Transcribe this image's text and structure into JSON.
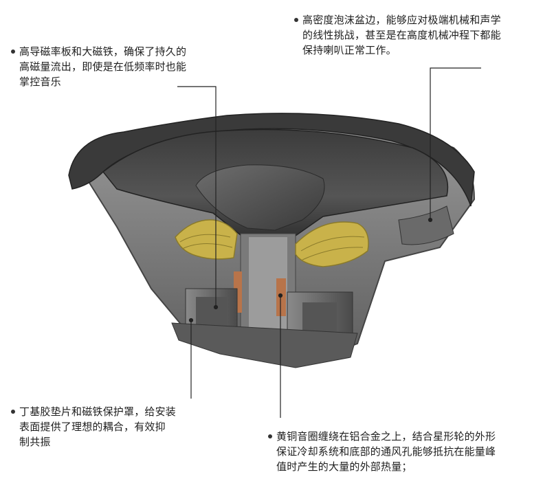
{
  "annotations": [
    {
      "id": "magnet",
      "lines": [
        "高导磁率板和大磁铁，确保了持久的",
        "高磁量流出，即使是在低频率时也能",
        "掌控音乐"
      ]
    },
    {
      "id": "surround",
      "lines": [
        "高密度泡沫盆边，能够应对极端机械和声学",
        "的线性挑战，甚至是在高度机械冲程下都能",
        "保持喇叭正常工作。"
      ]
    },
    {
      "id": "gasket",
      "lines": [
        "丁基胶垫片和磁铁保护罩，给安装",
        "表面提供了理想的耦合，有效抑",
        "制共振"
      ]
    },
    {
      "id": "voice-coil",
      "lines": [
        "黄铜音圈缠绕在铝合金之上，结合星形轮的外形",
        "保证冷却系统和底部的通风孔能够抵抗在能量峰",
        "值时产生的大量的外部热量；"
      ]
    }
  ],
  "colors": {
    "cone": "#4a4a4a",
    "basket": "#8a8a8a",
    "spider": "#c9b24a",
    "copper": "#b8744a",
    "magnet": "#6a6a6a",
    "leader": "#222222"
  }
}
